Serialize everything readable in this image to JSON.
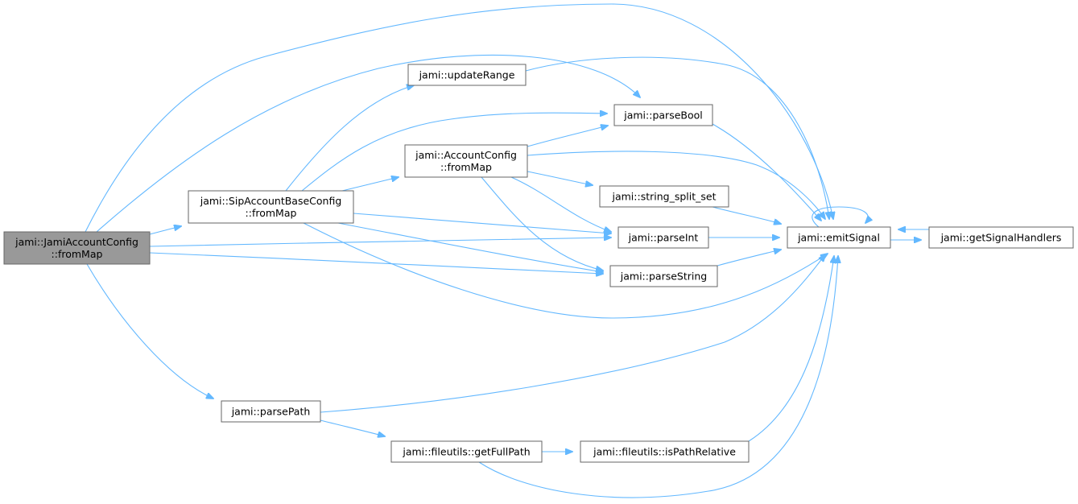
{
  "nodes": [
    {
      "id": "root",
      "lines": [
        "jami::JamiAccountConfig",
        "::fromMap"
      ],
      "root": true
    },
    {
      "id": "sipbase",
      "lines": [
        "jami::SipAccountBaseConfig",
        "::fromMap"
      ]
    },
    {
      "id": "updateRange",
      "lines": [
        "jami::updateRange"
      ]
    },
    {
      "id": "accountcfg",
      "lines": [
        "jami::AccountConfig",
        "::fromMap"
      ]
    },
    {
      "id": "parseBool",
      "lines": [
        "jami::parseBool"
      ]
    },
    {
      "id": "splitset",
      "lines": [
        "jami::string_split_set"
      ]
    },
    {
      "id": "parseInt",
      "lines": [
        "jami::parseInt"
      ]
    },
    {
      "id": "parseString",
      "lines": [
        "jami::parseString"
      ]
    },
    {
      "id": "emitSignal",
      "lines": [
        "jami::emitSignal"
      ]
    },
    {
      "id": "getHandlers",
      "lines": [
        "jami::getSignalHandlers"
      ]
    },
    {
      "id": "parsePath",
      "lines": [
        "jami::parsePath"
      ]
    },
    {
      "id": "fullPath",
      "lines": [
        "jami::fileutils::getFullPath"
      ]
    },
    {
      "id": "isRelative",
      "lines": [
        "jami::fileutils::isPathRelative"
      ]
    }
  ],
  "edges": [
    [
      "root",
      "sipbase"
    ],
    [
      "root",
      "parseBool"
    ],
    [
      "root",
      "emitSignal"
    ],
    [
      "root",
      "parseInt"
    ],
    [
      "root",
      "parseString"
    ],
    [
      "root",
      "parsePath"
    ],
    [
      "sipbase",
      "updateRange"
    ],
    [
      "sipbase",
      "parseBool"
    ],
    [
      "sipbase",
      "accountcfg"
    ],
    [
      "sipbase",
      "parseInt"
    ],
    [
      "sipbase",
      "parseString"
    ],
    [
      "sipbase",
      "emitSignal"
    ],
    [
      "updateRange",
      "emitSignal"
    ],
    [
      "accountcfg",
      "parseBool"
    ],
    [
      "accountcfg",
      "emitSignal"
    ],
    [
      "accountcfg",
      "splitset"
    ],
    [
      "accountcfg",
      "parseInt"
    ],
    [
      "accountcfg",
      "parseString"
    ],
    [
      "parseBool",
      "emitSignal"
    ],
    [
      "splitset",
      "emitSignal"
    ],
    [
      "parseInt",
      "emitSignal"
    ],
    [
      "parseString",
      "emitSignal"
    ],
    [
      "emitSignal",
      "emitSignal"
    ],
    [
      "emitSignal",
      "getHandlers"
    ],
    [
      "getHandlers",
      "emitSignal"
    ],
    [
      "parsePath",
      "emitSignal"
    ],
    [
      "parsePath",
      "fullPath"
    ],
    [
      "fullPath",
      "isRelative"
    ],
    [
      "fullPath",
      "emitSignal"
    ],
    [
      "isRelative",
      "emitSignal"
    ]
  ]
}
